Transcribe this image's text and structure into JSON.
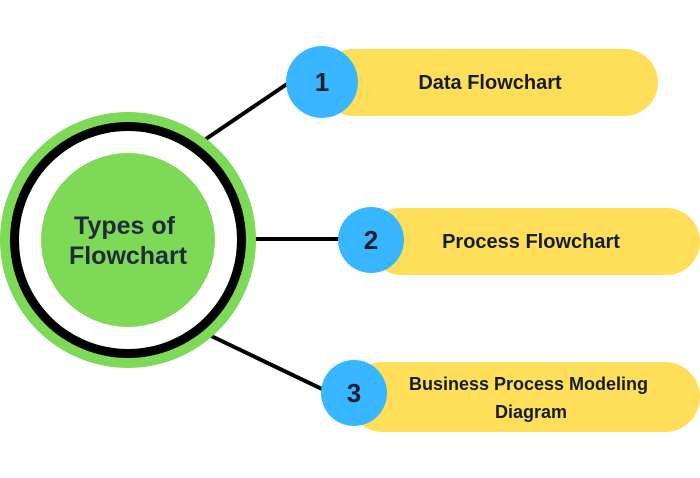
{
  "center": {
    "lines": [
      "Types of",
      "Flowchart"
    ]
  },
  "items": [
    {
      "number": "1",
      "lines": [
        "Data Flowchart"
      ]
    },
    {
      "number": "2",
      "lines": [
        "Process Flowchart"
      ]
    },
    {
      "number": "3",
      "lines": [
        "Business Process Modeling",
        "Diagram"
      ]
    }
  ],
  "colors": {
    "center_fill": "#7ed957",
    "center_ring": "#000000",
    "center_halo": "#7ed957",
    "pill_fill": "#ffde59",
    "number_circle": "#38b6ff",
    "connector": "#000000",
    "text": "#141d2b"
  }
}
